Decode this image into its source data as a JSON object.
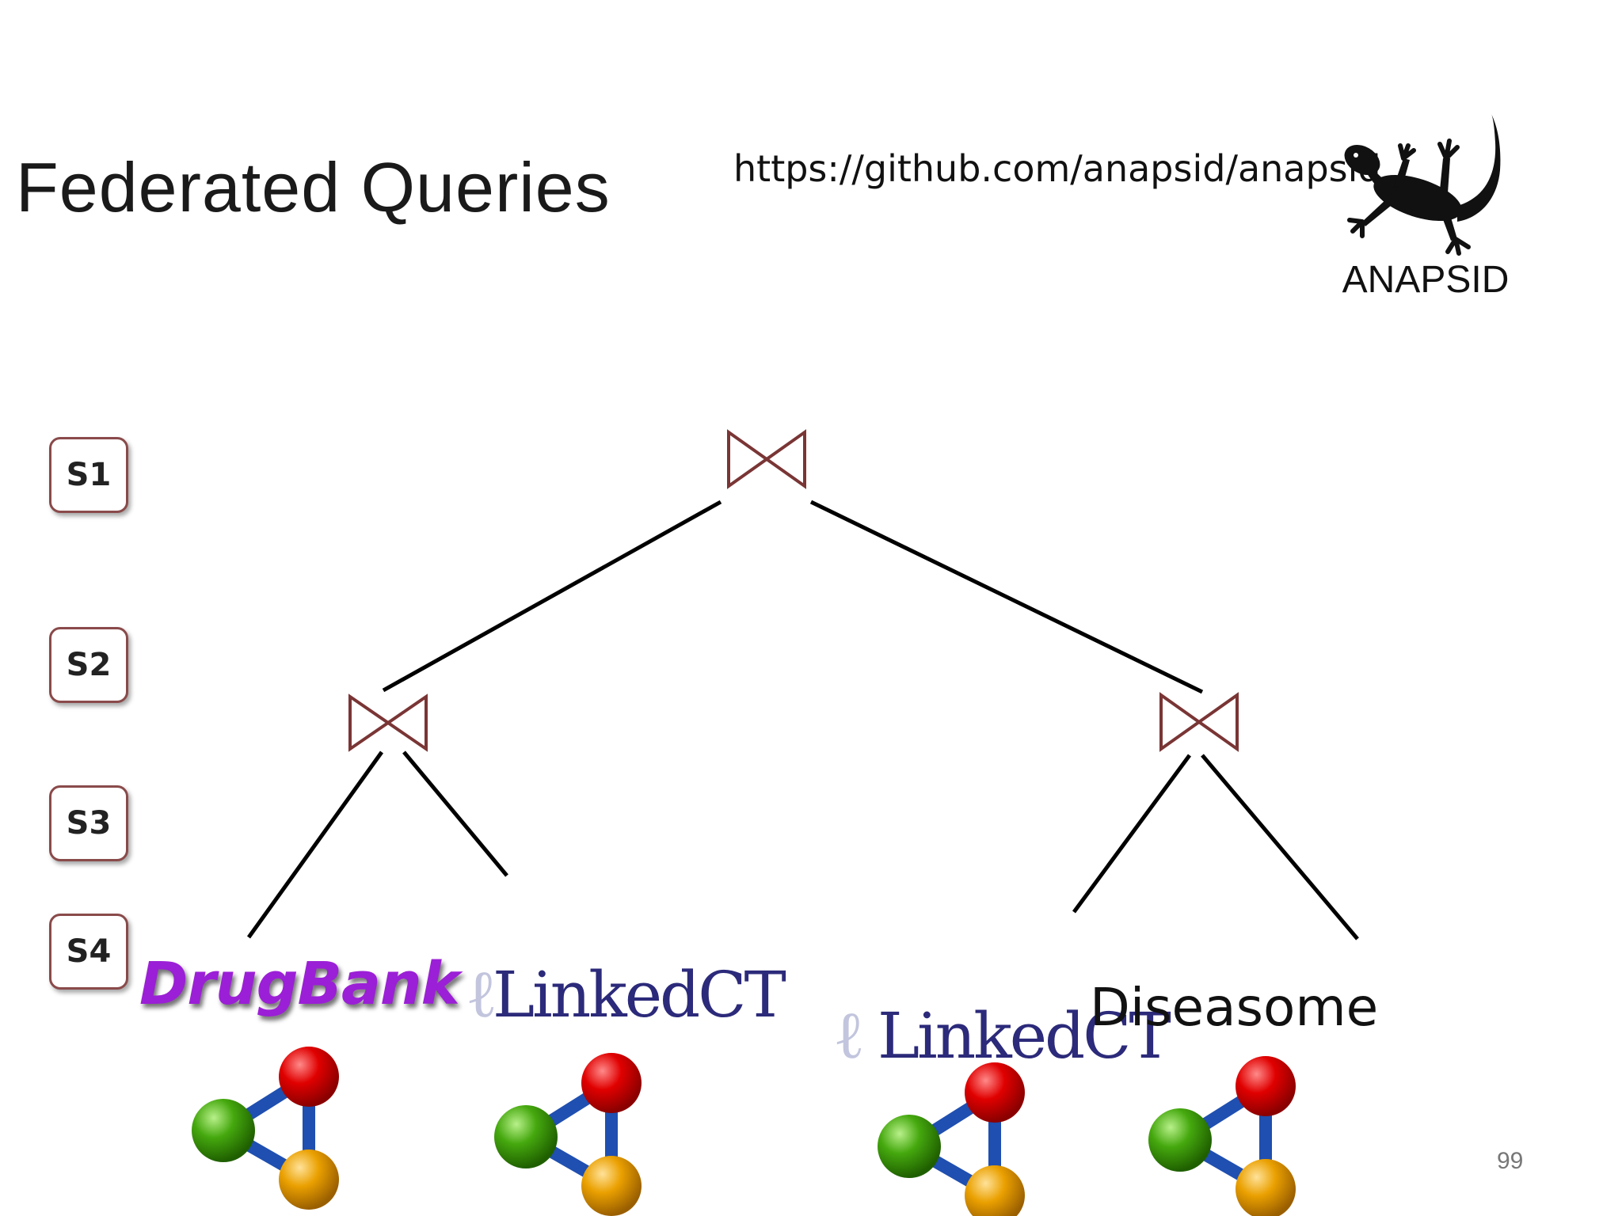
{
  "slide": {
    "title": "Federated Queries",
    "url": "https://github.com/anapsid/anapsid",
    "logo_label": "ANAPSID",
    "logo_icon": "gecko-icon",
    "page_number": "99"
  },
  "stages": [
    "S1",
    "S2",
    "S3",
    "S4"
  ],
  "tree": {
    "operator_symbol": "join-bowtie-icon",
    "operator_color": "#7a3535",
    "line_color": "#000000"
  },
  "sources": [
    {
      "name": "DrugBank",
      "color": "#9b1fd6"
    },
    {
      "name": "LinkedCT",
      "color": "#2c2a7a"
    },
    {
      "name": "LinkedCT",
      "color": "#2c2a7a"
    },
    {
      "name": "Diseasome",
      "color": "#111111"
    }
  ],
  "rdf_icon": {
    "name": "rdf-graph-icon",
    "colors": {
      "red": "#d10000",
      "green": "#3ea00a",
      "orange": "#e69a00",
      "edge": "#1f4fb0"
    }
  }
}
